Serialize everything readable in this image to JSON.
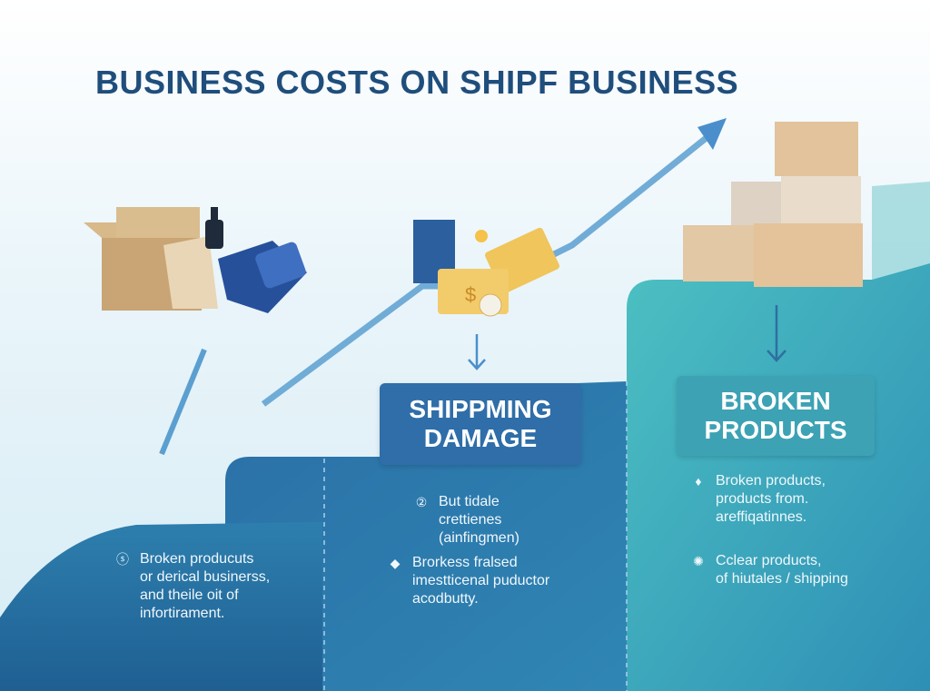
{
  "title": "BUSINESS COSTS ON SHIPF BUSINESS",
  "stages": [
    {
      "bullets": [
        {
          "icon": "dollar-circle-icon",
          "lines": [
            "Broken producuts",
            "or derical businerss,",
            "and theile oit of",
            "infortirament."
          ]
        }
      ]
    },
    {
      "label_lines": [
        "SHIPPMING",
        "DAMAGE"
      ],
      "bullets": [
        {
          "icon": "number-circle-icon",
          "lines": [
            "But tidale",
            "crettienes",
            "(ainfingmen)"
          ]
        },
        {
          "icon": "diamond-icon",
          "lines": [
            "Brorkess fralsed",
            "imestticenal puductor",
            "acodbutty."
          ]
        }
      ]
    },
    {
      "label_lines": [
        "BROKEN",
        "PRODUCTS"
      ],
      "bullets": [
        {
          "icon": "drop-icon",
          "lines": [
            "Broken products,",
            "products from.",
            "areffiqatinnes."
          ]
        },
        {
          "icon": "puzzle-icon",
          "lines": [
            "Cclear products,",
            "of hiutales / shipping"
          ]
        }
      ]
    }
  ],
  "colors": {
    "title": "#1f4e7c",
    "step1": "#2a77a6",
    "step2": "#2f84b3",
    "step3": "#3fb3bb"
  }
}
